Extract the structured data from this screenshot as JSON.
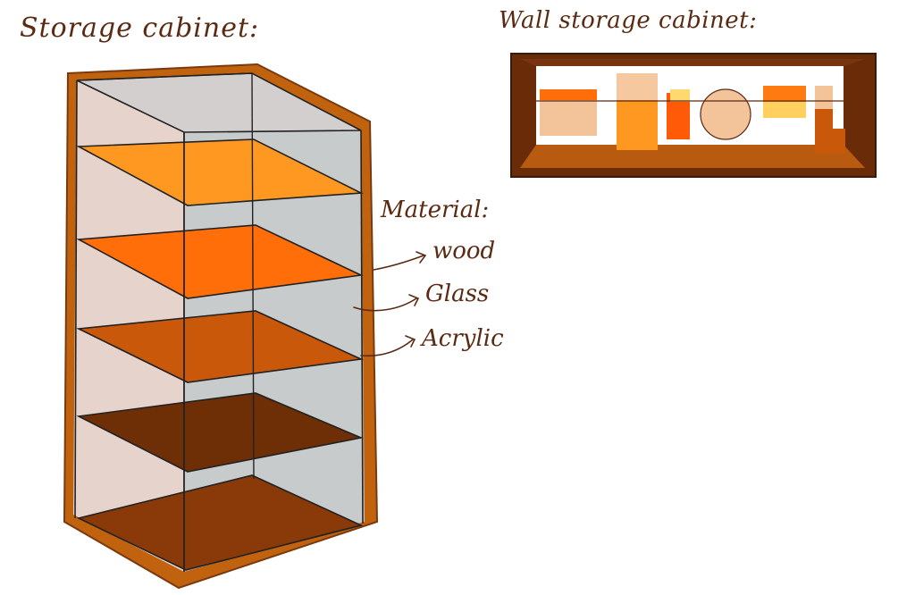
{
  "labels": {
    "storage_cabinet": "Storage cabinet:",
    "wall_storage_cabinet": "Wall storage cabinet:",
    "material": "Material:",
    "materials": [
      "wood",
      "Glass",
      "Acrylic"
    ]
  },
  "colors": {
    "frame": "#c0620e",
    "shelf_1": "#ff9820",
    "shelf_2": "#ff6e08",
    "shelf_3": "#c9580a",
    "shelf_4": "#6e2e06",
    "base": "#8a3a08",
    "glass_side": "#c7cbcb",
    "glass_back": "#e6d4cc",
    "ink": "#5a2a12"
  }
}
